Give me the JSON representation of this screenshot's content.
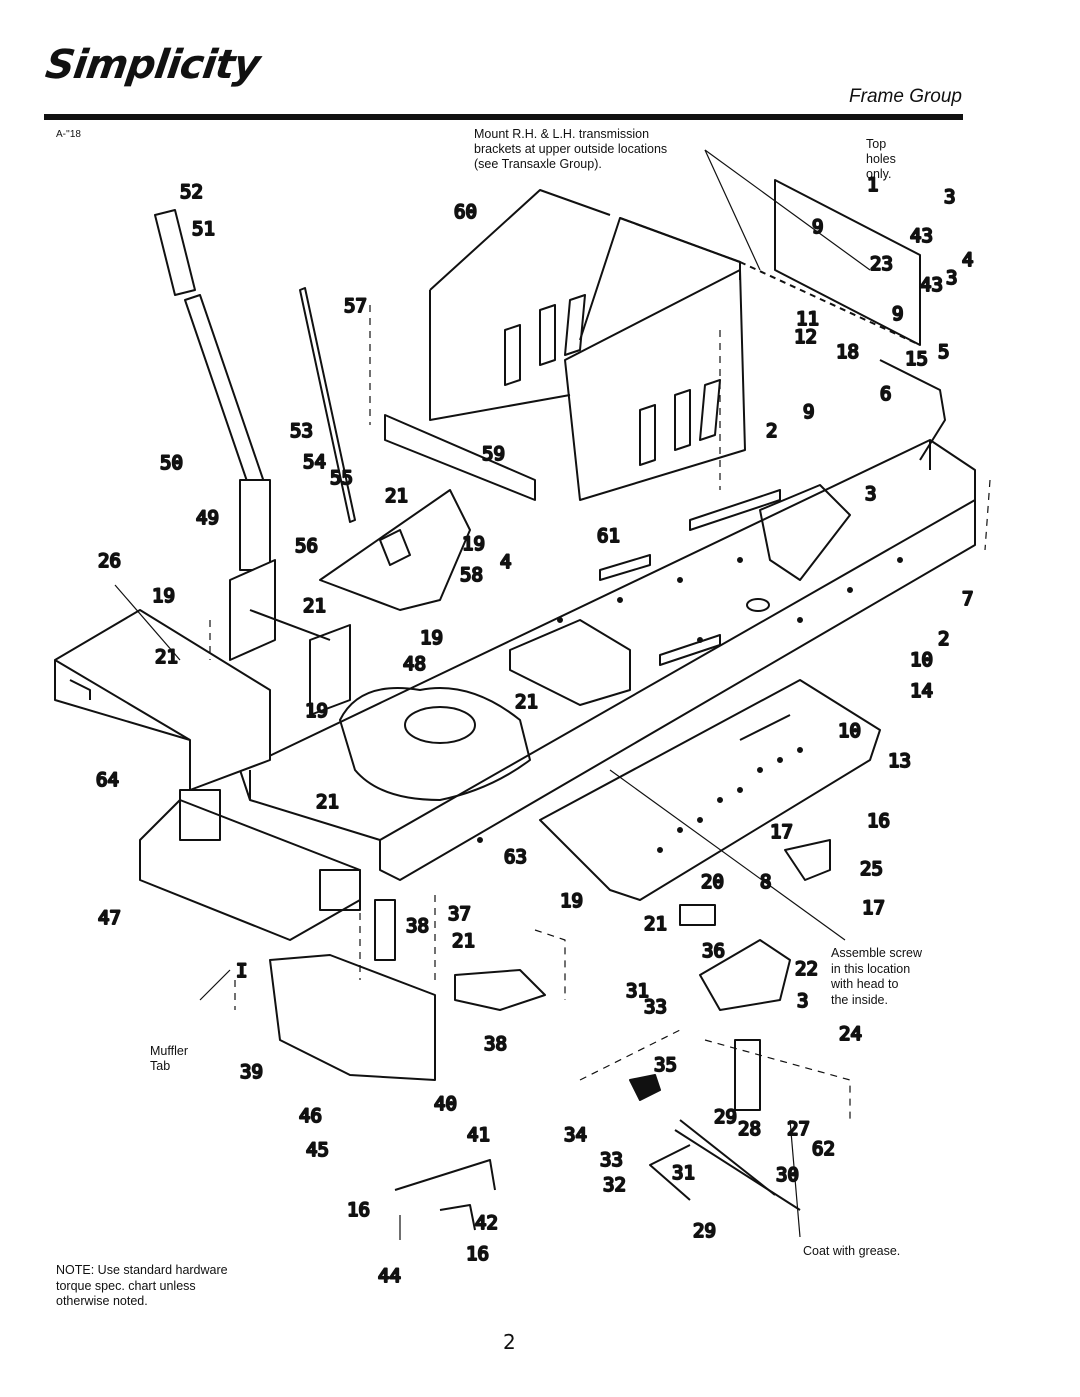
{
  "header": {
    "brand": "Simplicity",
    "section_title": "Frame Group",
    "doc_number": "A-''18"
  },
  "notes": {
    "transmission_line_1": "Mount R.H. & L.H. transmission",
    "transmission_line_2": "brackets at upper outside locations",
    "transmission_line_3": "(see Transaxle Group).",
    "top_holes_line_1": "Top",
    "top_holes_line_2": "holes",
    "top_holes_line_3": "only.",
    "assemble_line_1": "Assemble screw",
    "assemble_line_2": "in this location",
    "assemble_line_3": "with head to",
    "assemble_line_4": "the inside.",
    "muffler_line_1": "Muffler",
    "muffler_line_2": "Tab",
    "grease": "Coat with grease.",
    "hardware_line_1": "NOTE: Use standard hardware",
    "hardware_line_2": "torque spec. chart unless",
    "hardware_line_3": "otherwise noted."
  },
  "page_number": "2",
  "part_callouts": [
    "52",
    "51",
    "60",
    "57",
    "1",
    "3",
    "9",
    "43",
    "23",
    "4",
    "43",
    "3",
    "9",
    "5",
    "11",
    "12",
    "18",
    "15",
    "6",
    "9",
    "2",
    "53",
    "54",
    "55",
    "50",
    "59",
    "21",
    "49",
    "19",
    "4",
    "61",
    "56",
    "58",
    "26",
    "19",
    "21",
    "19",
    "48",
    "21",
    "19",
    "21",
    "10",
    "14",
    "10",
    "13",
    "64",
    "21",
    "16",
    "17",
    "25",
    "63",
    "8",
    "17",
    "20",
    "19",
    "47",
    "37",
    "38",
    "21",
    "21",
    "36",
    "22",
    "31",
    "33",
    "3",
    "38",
    "24",
    "39",
    "35",
    "40",
    "46",
    "41",
    "29",
    "28",
    "27",
    "62",
    "34",
    "45",
    "33",
    "31",
    "30",
    "32",
    "16",
    "42",
    "29",
    "16",
    "44",
    "I",
    "3",
    "7",
    "2"
  ]
}
